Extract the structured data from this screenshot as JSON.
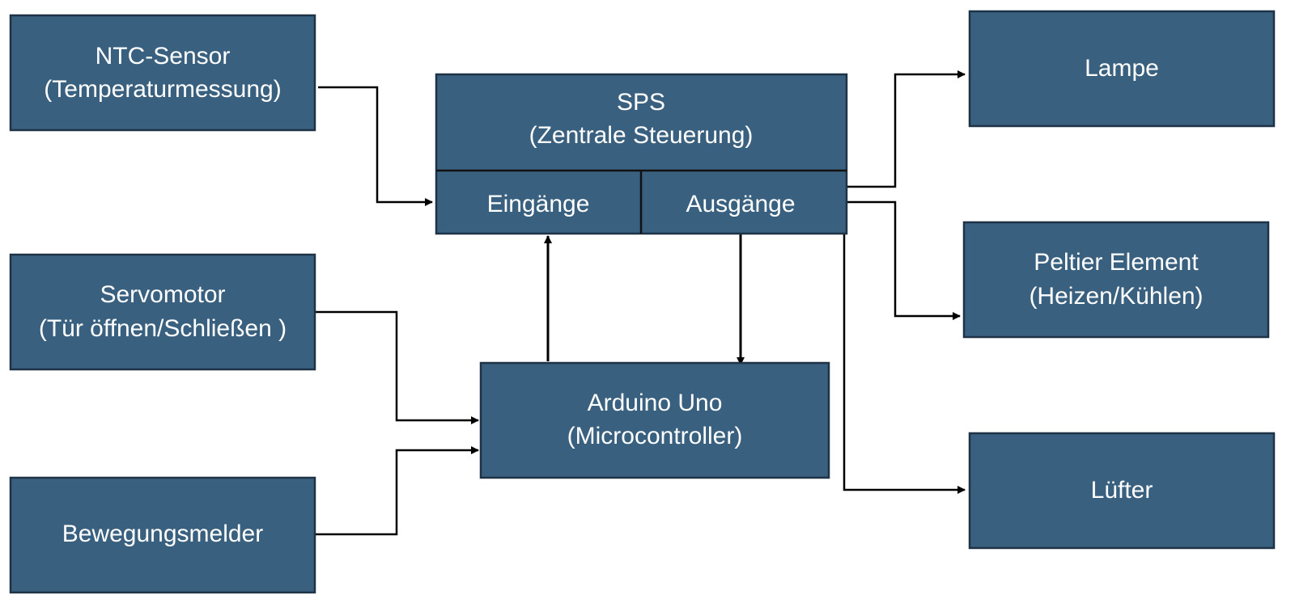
{
  "nodes": {
    "ntc": {
      "line1": "NTC-Sensor",
      "line2": "(Temperaturmessung)"
    },
    "servo": {
      "line1": "Servomotor",
      "line2": "(Tür öffnen/Schließen )"
    },
    "motion": {
      "line1": "Bewegungsmelder"
    },
    "sps": {
      "line1": "SPS",
      "line2": "(Zentrale Steuerung)",
      "inputs": "Eingänge",
      "outputs": "Ausgänge"
    },
    "arduino": {
      "line1": "Arduino Uno",
      "line2": "(Microcontroller)"
    },
    "lamp": {
      "line1": "Lampe"
    },
    "peltier": {
      "line1": "Peltier Element",
      "line2": "(Heizen/Kühlen)"
    },
    "fan": {
      "line1": "Lüfter"
    }
  },
  "edges": [
    {
      "from": "ntc",
      "to": "sps.inputs"
    },
    {
      "from": "servo",
      "to": "arduino"
    },
    {
      "from": "motion",
      "to": "arduino"
    },
    {
      "from": "arduino",
      "to": "sps.inputs"
    },
    {
      "from": "sps.outputs",
      "to": "arduino"
    },
    {
      "from": "sps.outputs",
      "to": "lamp"
    },
    {
      "from": "sps.outputs",
      "to": "peltier"
    },
    {
      "from": "sps.outputs",
      "to": "fan"
    }
  ],
  "colors": {
    "box_fill": "#3a607f",
    "box_border": "#1f3346",
    "text": "#ffffff",
    "line": "#000000"
  }
}
